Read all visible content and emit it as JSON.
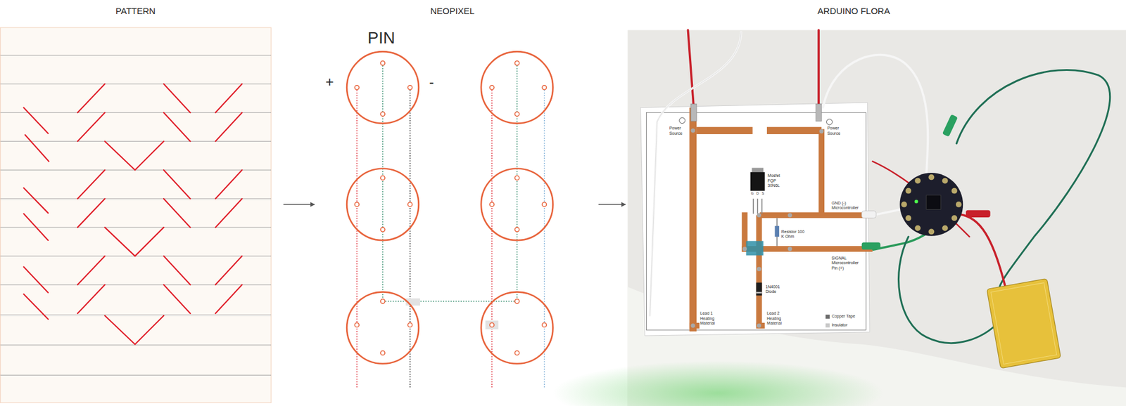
{
  "diagram": {
    "nodes": [
      {
        "text": [
          "PATTERN"
        ]
      },
      {
        "text": [
          "NEOPIXEL"
        ]
      },
      {
        "text": [
          "ARDUINO FLORA"
        ]
      }
    ],
    "edges": [
      {
        "from": 0,
        "to": 1,
        "arrow": "to"
      },
      {
        "from": 1,
        "to": 2,
        "arrow": "to"
      }
    ],
    "labels": [
      "PIN",
      "+",
      "-",
      "Power Source",
      "Power Source",
      "Mosfet FQP 30N6L",
      "G",
      "D",
      "S",
      "GND (-) Microcontroller",
      "Resistor 100 K Ohm",
      "SIGNAL Microcontroller Pin (+)",
      "1N4001 Diode",
      "Lead 1 Heating Material",
      "Lead 2 Heating Material"
    ],
    "legend": [
      {
        "text": "Copper Tape",
        "color": "#6e6e6e"
      },
      {
        "text": "Insulator",
        "color": "#c9c9c9"
      }
    ]
  }
}
